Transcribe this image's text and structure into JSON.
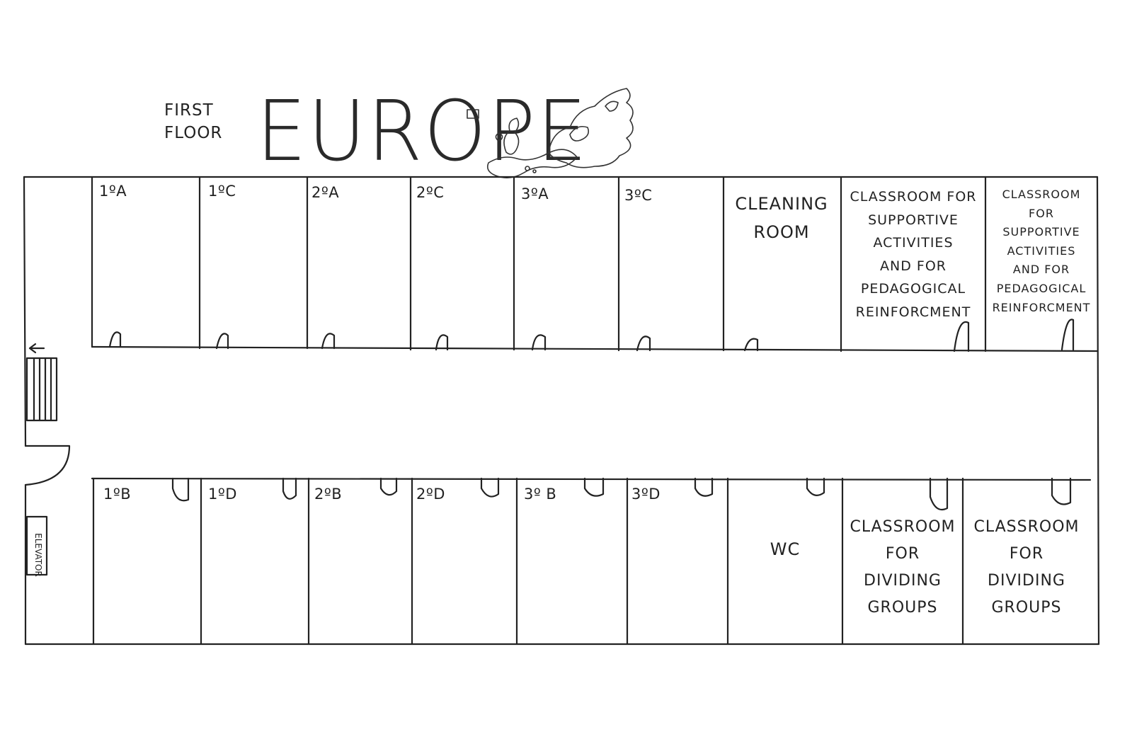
{
  "header": {
    "floor_line1": "FIRST",
    "floor_line2": "FLOOR",
    "title": "EUROPE"
  },
  "rooms_top": [
    "1ºA",
    "1ºC",
    "2ºA",
    "2ºC",
    "3ºA",
    "3ºC"
  ],
  "rooms_bottom": [
    "1ºB",
    "1ºD",
    "2ºB",
    "2ºD",
    "3º B",
    "3ºD"
  ],
  "special_rooms": {
    "cleaning_line1": "CLEANING",
    "cleaning_line2": "ROOM",
    "support_a": [
      "CLASSROOM FOR",
      "SUPPORTIVE",
      "ACTIVITIES",
      "AND FOR",
      "PEDAGOGICAL",
      "REINFORCMENT"
    ],
    "support_b": [
      "CLASSROOM",
      "FOR",
      "SUPPORTIVE",
      "ACTIVITIES",
      "AND FOR",
      "PEDAGOGICAL",
      "REINFORCMENT"
    ],
    "wc": "WC",
    "dividing_a": [
      "CLASSROOM",
      "FOR",
      "DIVIDING",
      "GROUPS"
    ],
    "dividing_b": [
      "CLASSROOM",
      "FOR",
      "DIVIDING",
      "GROUPS"
    ]
  },
  "elevator": "ELEVATOR",
  "colors": {
    "ink": "#222222",
    "paper": "#ffffff"
  }
}
